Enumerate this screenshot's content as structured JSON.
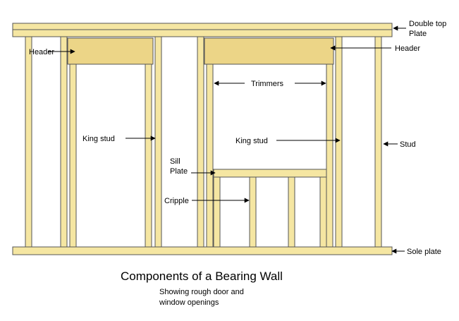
{
  "colors": {
    "wood": "#f5e6a2",
    "wood_dark": "#d9c57a",
    "header": "#ecd587",
    "outline": "#555555",
    "arrow": "#000000",
    "background": "#ffffff"
  },
  "labels": {
    "double_top_line1": "Double top",
    "double_top_line2": "Plate",
    "header_left": "Header",
    "header_right": "Header",
    "trimmers": "Trimmers",
    "king_stud_left": "King stud",
    "king_stud_right": "King stud",
    "stud": "Stud",
    "sill_line1": "Sill",
    "sill_line2": "Plate",
    "cripple": "Cripple",
    "sole_plate": "Sole plate"
  },
  "caption": {
    "title": "Components of a Bearing Wall",
    "subtitle_line1": "Showing rough door and",
    "subtitle_line2": "window openings"
  }
}
